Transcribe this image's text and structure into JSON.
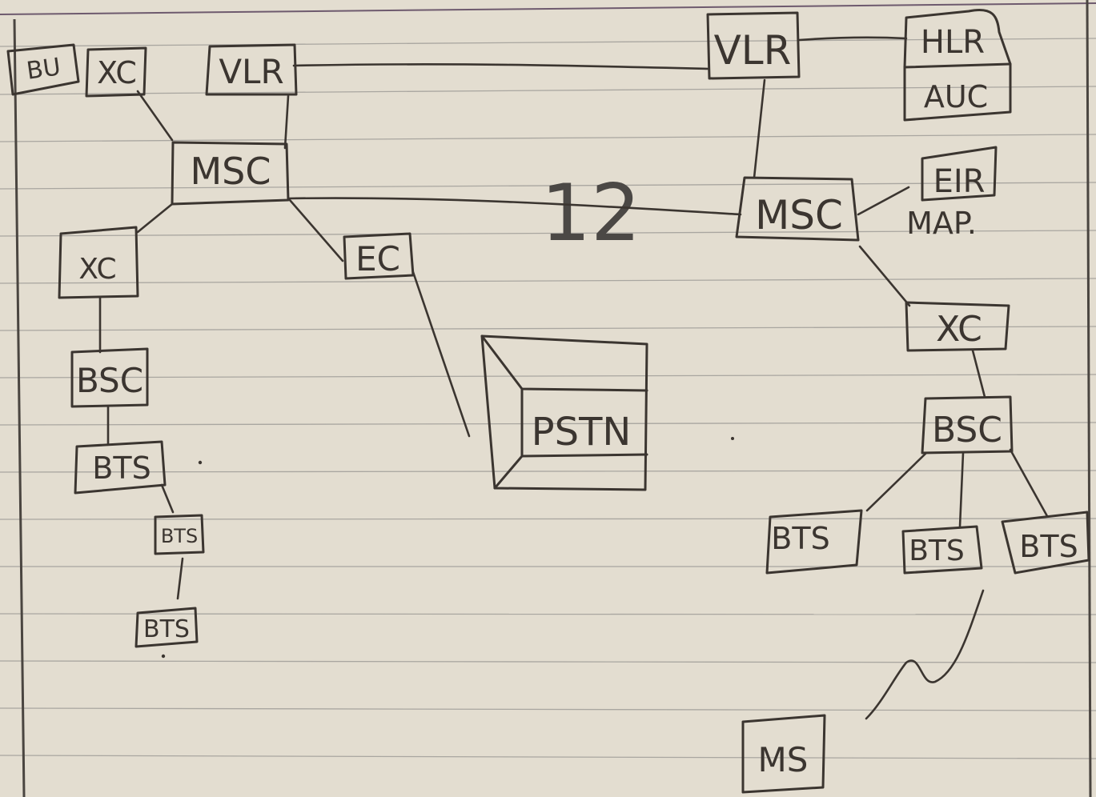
{
  "page_number": "12",
  "nodes": {
    "bu": "BU",
    "xc_top_left": "XC",
    "vlr_left": "VLR",
    "msc_left": "MSC",
    "xc_left": "XC",
    "bsc_left": "BSC",
    "bts_left_1": "BTS",
    "bts_left_2": "BTS",
    "bts_left_3": "BTS",
    "ec": "EC",
    "pstn": "PSTN",
    "vlr_right": "VLR",
    "hlr": "HLR",
    "auc": "AUC",
    "eir": "EIR",
    "map": "MAP.",
    "msc_right": "MSC",
    "xc_right": "XC",
    "bsc_right": "BSC",
    "bts_right_1": "BTS",
    "bts_right_2": "BTS",
    "bts_right_3": "BTS",
    "ms": "MS"
  }
}
